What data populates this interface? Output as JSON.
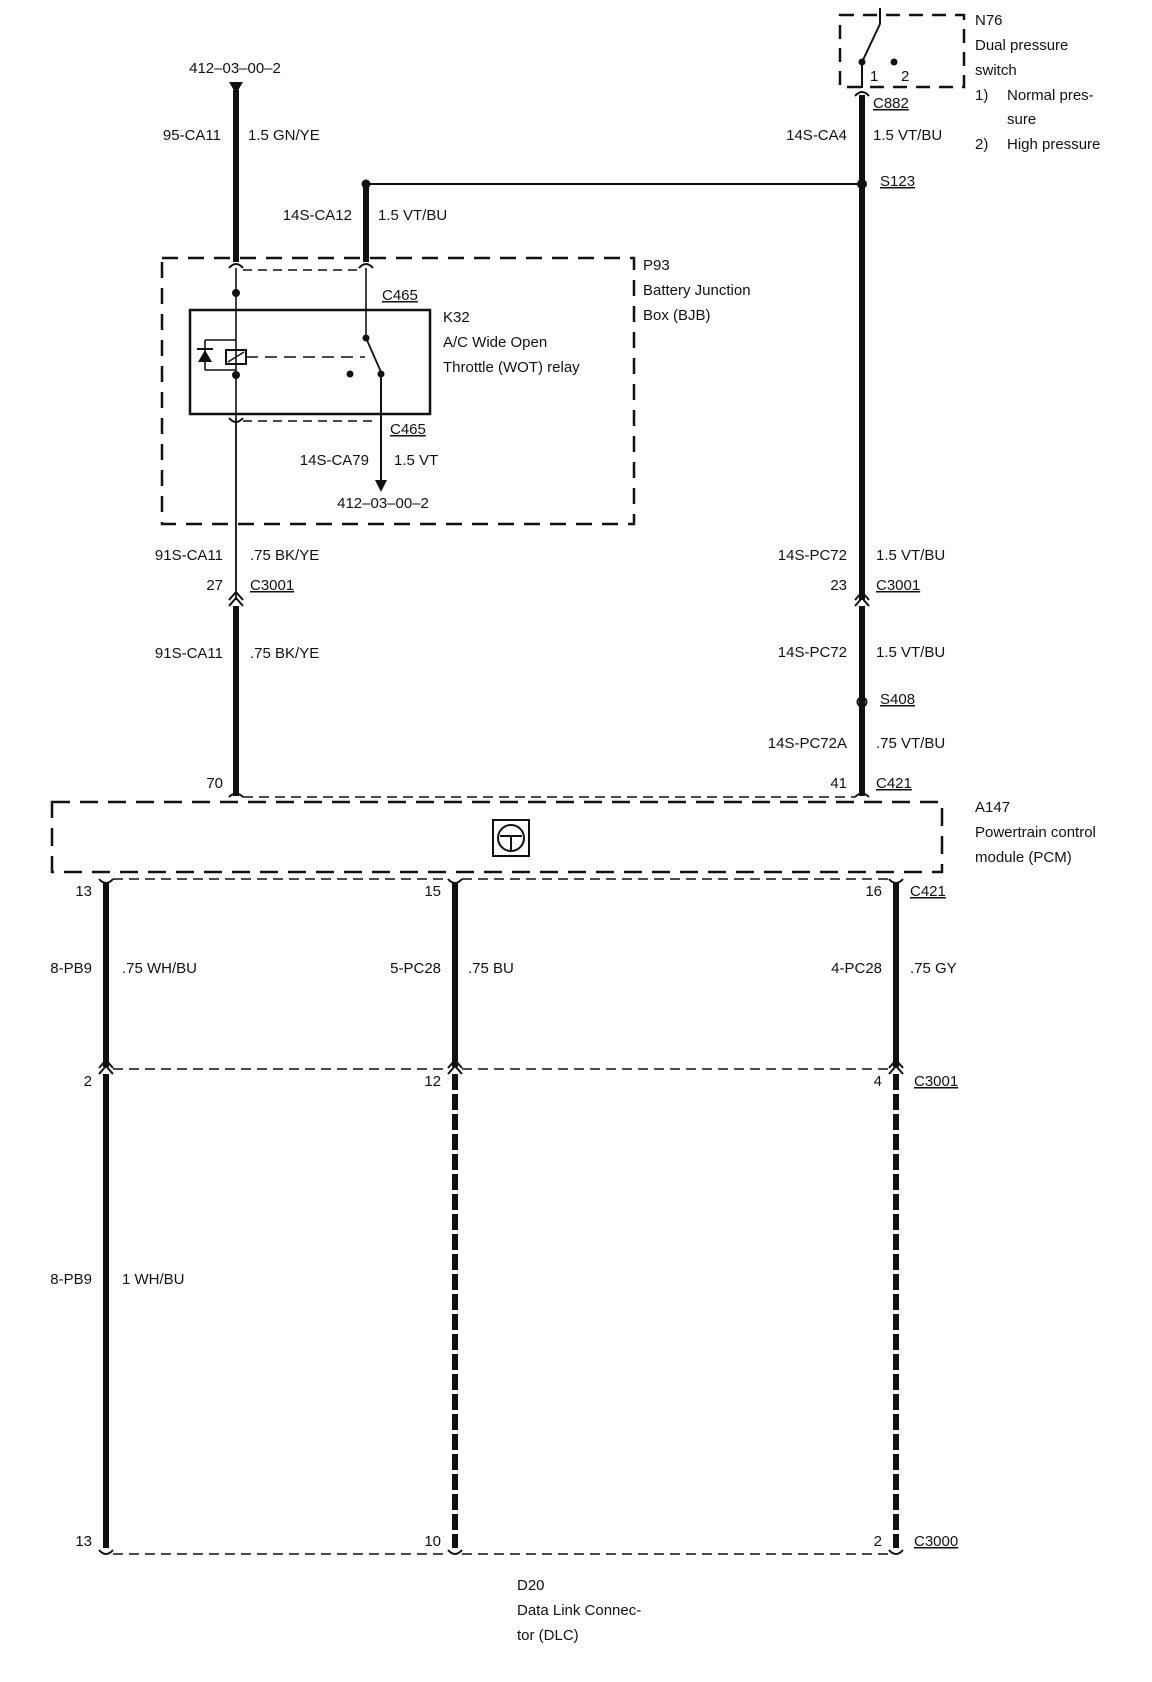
{
  "n76": {
    "ref": "N76",
    "name_l1": "Dual pressure",
    "name_l2": "switch",
    "note1_num": "1)",
    "note1_l1": "Normal pres-",
    "note1_l2": "sure",
    "note2_num": "2)",
    "note2_l1": "High pressure",
    "pin1": "1",
    "pin2": "2"
  },
  "ref_top": "412–03–00–2",
  "ref_bottom": "412–03–00–2",
  "conn": {
    "c882": "C882",
    "s123": "S123",
    "c465_top": "C465",
    "c465_bottom": "C465",
    "c3001_a": "C3001",
    "c3001_b": "C3001",
    "s408": "S408",
    "c421_a": "C421",
    "c421_b": "C421",
    "c3001_c": "C3001",
    "c3000": "C3000"
  },
  "p93": {
    "ref": "P93",
    "name_l1": "Battery Junction",
    "name_l2": "Box (BJB)"
  },
  "k32": {
    "ref": "K32",
    "name_l1": "A/C Wide Open",
    "name_l2": "Throttle (WOT) relay"
  },
  "a147": {
    "ref": "A147",
    "name_l1": "Powertrain control",
    "name_l2": "module (PCM)"
  },
  "d20": {
    "ref": "D20",
    "name_l1": "Data Link Connec-",
    "name_l2": "tor (DLC)"
  },
  "wires": {
    "w95": {
      "circuit": "95-CA11",
      "spec": "1.5 GN/YE"
    },
    "w14s_ca4": {
      "circuit": "14S-CA4",
      "spec": "1.5 VT/BU"
    },
    "w14s_ca12": {
      "circuit": "14S-CA12",
      "spec": "1.5 VT/BU"
    },
    "w14s_ca79": {
      "circuit": "14S-CA79",
      "spec": "1.5 VT"
    },
    "w91_a": {
      "circuit": "91S-CA11",
      "spec": ".75 BK/YE"
    },
    "w91_b": {
      "circuit": "91S-CA11",
      "spec": ".75 BK/YE"
    },
    "w_pc72_a": {
      "circuit": "14S-PC72",
      "spec": "1.5 VT/BU"
    },
    "w_pc72_b": {
      "circuit": "14S-PC72",
      "spec": "1.5 VT/BU"
    },
    "w_pc72a": {
      "circuit": "14S-PC72A",
      "spec": ".75 VT/BU"
    },
    "w_pb9_a": {
      "circuit": "8-PB9",
      "spec": ".75 WH/BU"
    },
    "w_pc28_5": {
      "circuit": "5-PC28",
      "spec": ".75 BU"
    },
    "w_pc28_4": {
      "circuit": "4-PC28",
      "spec": ".75 GY"
    },
    "w_pb9_b": {
      "circuit": "8-PB9",
      "spec": "1 WH/BU"
    }
  },
  "pins": {
    "p27": "27",
    "p23": "23",
    "p70": "70",
    "p41": "41",
    "p13_top": "13",
    "p15": "15",
    "p16": "16",
    "p2": "2",
    "p12": "12",
    "p4": "4",
    "p13_bottom": "13",
    "p10": "10",
    "p2_bottom": "2"
  }
}
